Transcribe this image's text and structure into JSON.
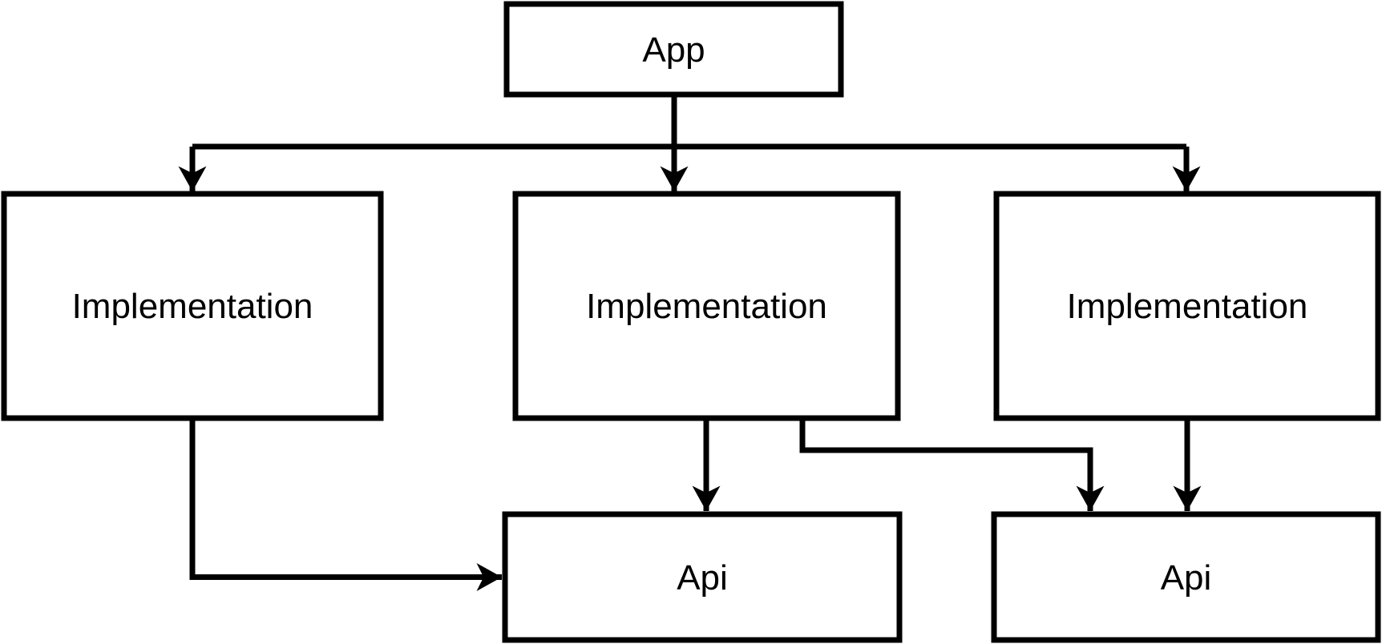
{
  "diagram": {
    "type": "flowchart",
    "background_color": "#ffffff",
    "node_fill_color": "#ffffff",
    "stroke_color": "#000000",
    "text_color": "#000000",
    "nodes": [
      {
        "id": "app",
        "label": "App"
      },
      {
        "id": "implementation-left",
        "label": "Implementation"
      },
      {
        "id": "implementation-middle",
        "label": "Implementation"
      },
      {
        "id": "implementation-right",
        "label": "Implementation"
      },
      {
        "id": "api-left",
        "label": "Api"
      },
      {
        "id": "api-right",
        "label": "Api"
      }
    ],
    "edges": [
      {
        "from": "app",
        "to": "implementation-left"
      },
      {
        "from": "app",
        "to": "implementation-middle"
      },
      {
        "from": "app",
        "to": "implementation-right"
      },
      {
        "from": "implementation-left",
        "to": "api-left"
      },
      {
        "from": "implementation-middle",
        "to": "api-left"
      },
      {
        "from": "implementation-middle",
        "to": "api-right"
      },
      {
        "from": "implementation-right",
        "to": "api-right"
      }
    ]
  }
}
